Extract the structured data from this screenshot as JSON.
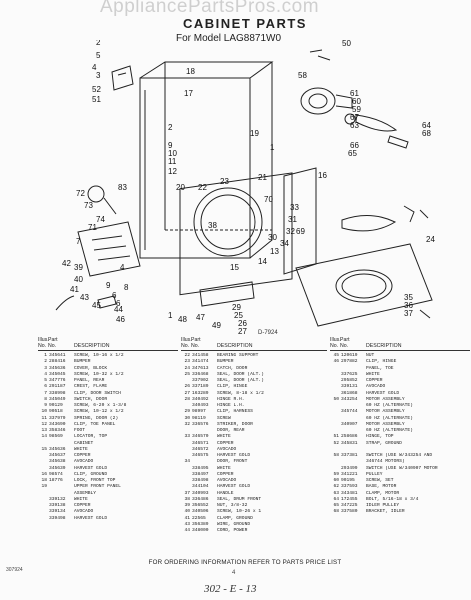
{
  "watermark": "AppliancePartsPros.com",
  "header": {
    "title": "CABINET PARTS",
    "model": "For Model LAG8871W0"
  },
  "figure_number": "D-7924",
  "callouts": [
    {
      "label": "2"
    },
    {
      "label": "5"
    },
    {
      "label": "4"
    },
    {
      "label": "3"
    },
    {
      "label": "52"
    },
    {
      "label": "51"
    },
    {
      "label": "18"
    },
    {
      "label": "17"
    },
    {
      "label": "2"
    },
    {
      "label": "19"
    },
    {
      "label": "9"
    },
    {
      "label": "10"
    },
    {
      "label": "11"
    },
    {
      "label": "12"
    },
    {
      "label": "20"
    },
    {
      "label": "1"
    },
    {
      "label": "62"
    },
    {
      "label": "50"
    },
    {
      "label": "7"
    },
    {
      "label": "58"
    },
    {
      "label": "61"
    },
    {
      "label": "60"
    },
    {
      "label": "59"
    },
    {
      "label": "67"
    },
    {
      "label": "63"
    },
    {
      "label": "64"
    },
    {
      "label": "68"
    },
    {
      "label": "66"
    },
    {
      "label": "65"
    },
    {
      "label": "22"
    },
    {
      "label": "23"
    },
    {
      "label": "38"
    },
    {
      "label": "21"
    },
    {
      "label": "33"
    },
    {
      "label": "31"
    },
    {
      "label": "32"
    },
    {
      "label": "34"
    },
    {
      "label": "70"
    },
    {
      "label": "30"
    },
    {
      "label": "13"
    },
    {
      "label": "14"
    },
    {
      "label": "15"
    },
    {
      "label": "16"
    },
    {
      "label": "24"
    },
    {
      "label": "69"
    },
    {
      "label": "29"
    },
    {
      "label": "25"
    },
    {
      "label": "26"
    },
    {
      "label": "27"
    },
    {
      "label": "35"
    },
    {
      "label": "36"
    },
    {
      "label": "37"
    },
    {
      "label": "72"
    },
    {
      "label": "73"
    },
    {
      "label": "71"
    },
    {
      "label": "83"
    },
    {
      "label": "74"
    },
    {
      "label": "7"
    },
    {
      "label": "39"
    },
    {
      "label": "40"
    },
    {
      "label": "41"
    },
    {
      "label": "42"
    },
    {
      "label": "43"
    },
    {
      "label": "44"
    },
    {
      "label": "45"
    },
    {
      "label": "46"
    },
    {
      "label": "1"
    },
    {
      "label": "48"
    },
    {
      "label": "47"
    },
    {
      "label": "49"
    },
    {
      "label": "9"
    },
    {
      "label": "6"
    },
    {
      "label": "8"
    },
    {
      "label": "6"
    },
    {
      "label": "4"
    }
  ],
  "table_header": {
    "illus": "Illus.",
    "no": "No.",
    "part": "Part",
    "part_no": "No.",
    "description": "DESCRIPTION"
  },
  "columns": [
    [
      {
        "n": "1",
        "p": "345641",
        "d": "SCREW, 10-16 x 1/2"
      },
      {
        "n": "2",
        "p": "288416",
        "d": "BUMPER"
      },
      {
        "n": "3",
        "p": "345636",
        "d": "COVER, BLOCK"
      },
      {
        "n": "4",
        "p": "345045",
        "d": "SCREW, 10-32 x 1/2"
      },
      {
        "n": "5",
        "p": "347776",
        "d": "PANEL, REAR"
      },
      {
        "n": "6",
        "p": "291187",
        "d": "CREST, FLAME"
      },
      {
        "n": "7",
        "p": "338998",
        "d": "CLIP, DOOR SWITCH"
      },
      {
        "n": "8",
        "p": "345049",
        "d": "SWITCH, DOOR"
      },
      {
        "n": "9",
        "p": "90129",
        "d": "SCREW, 6-20 x 1-3/8"
      },
      {
        "n": "10",
        "p": "90518",
        "d": "SCREW, 10-12 x 1/2"
      },
      {
        "n": "11",
        "p": "337979",
        "d": "SPRING, DOOR (2)"
      },
      {
        "n": "12",
        "p": "343690",
        "d": "CLIP, TOE PANEL"
      },
      {
        "n": "13",
        "p": "358346",
        "d": "FOOT"
      },
      {
        "n": "14",
        "p": "98569",
        "d": "LOCATOR, TOP"
      },
      {
        "n": "",
        "p": "",
        "d": "CABINET"
      },
      {
        "n": "15",
        "p": "345636",
        "d": "WHITE"
      },
      {
        "n": "",
        "p": "345637",
        "d": "COPPER"
      },
      {
        "n": "",
        "p": "345638",
        "d": "AVOCADO"
      },
      {
        "n": "",
        "p": "345639",
        "d": "HARVEST GOLD"
      },
      {
        "n": "16",
        "p": "98574",
        "d": "CLIP, GROUND"
      },
      {
        "n": "18",
        "p": "18776",
        "d": "LOCK, FRONT TOP"
      },
      {
        "n": "19",
        "p": "",
        "d": "UPPER FRONT PANEL"
      },
      {
        "n": "",
        "p": "",
        "d": "ASSEMBLY"
      },
      {
        "n": "",
        "p": "339132",
        "d": "WHITE"
      },
      {
        "n": "",
        "p": "339138",
        "d": "COPPER"
      },
      {
        "n": "",
        "p": "339134",
        "d": "AVOCADO"
      },
      {
        "n": "",
        "p": "339498",
        "d": "HARVEST GOLD"
      }
    ],
    [
      {
        "n": "22",
        "p": "341458",
        "d": "BEARING SUPPORT"
      },
      {
        "n": "23",
        "p": "341474",
        "d": "BUMPER"
      },
      {
        "n": "24",
        "p": "347613",
        "d": "CATCH, DOOR"
      },
      {
        "n": "25",
        "p": "336468",
        "d": "SEAL, DOOR (ALT.)"
      },
      {
        "n": "",
        "p": "337902",
        "d": "SEAL, DOOR (ALT.)"
      },
      {
        "n": "26",
        "p": "337189",
        "d": "CLIP, HINGE"
      },
      {
        "n": "27",
        "p": "163289",
        "d": "SCREW, 8-18 x 1/2"
      },
      {
        "n": "28",
        "p": "340492",
        "d": "HINGE R.H."
      },
      {
        "n": "",
        "p": "340493",
        "d": "HINGE L.H."
      },
      {
        "n": "29",
        "p": "98997",
        "d": "CLIP, HARNESS"
      },
      {
        "n": "30",
        "p": "98119",
        "d": "SCREW"
      },
      {
        "n": "32",
        "p": "336576",
        "d": "STRIKER, DOOR"
      },
      {
        "n": "",
        "p": "",
        "d": "DOOR, REAR"
      },
      {
        "n": "33",
        "p": "346570",
        "d": "WHITE"
      },
      {
        "n": "",
        "p": "346571",
        "d": "COPPER"
      },
      {
        "n": "",
        "p": "346572",
        "d": "AVOCADO"
      },
      {
        "n": "",
        "p": "346575",
        "d": "HARVEST GOLD"
      },
      {
        "n": "34",
        "p": "",
        "d": "DOOR, FRONT"
      },
      {
        "n": "",
        "p": "338495",
        "d": "WHITE"
      },
      {
        "n": "",
        "p": "338497",
        "d": "COPPER"
      },
      {
        "n": "",
        "p": "338498",
        "d": "AVOCADO"
      },
      {
        "n": "",
        "p": "344104",
        "d": "HARVEST GOLD"
      },
      {
        "n": "37",
        "p": "340993",
        "d": "HANDLE"
      },
      {
        "n": "38",
        "p": "336486",
        "d": "SEAL, DRUM FRONT"
      },
      {
        "n": "39",
        "p": "356552",
        "d": "NUT, 3/8-32"
      },
      {
        "n": "40",
        "p": "340506",
        "d": "SCREW, 10-26 x 1"
      },
      {
        "n": "41",
        "p": "22565",
        "d": "CLAMP, GROUND"
      },
      {
        "n": "43",
        "p": "356389",
        "d": "WIRE, GROUND"
      },
      {
        "n": "44",
        "p": "348000",
        "d": "CORD, POWER"
      }
    ],
    [
      {
        "n": "45",
        "p": "120619",
        "d": "NUT"
      },
      {
        "n": "46",
        "p": "297882",
        "d": "CLIP, HINGE"
      },
      {
        "n": "",
        "p": "",
        "d": "PANEL, TOE"
      },
      {
        "n": "",
        "p": "337625",
        "d": "WHITE"
      },
      {
        "n": "",
        "p": "295852",
        "d": "COPPER"
      },
      {
        "n": "",
        "p": "339131",
        "d": "AVOCADO"
      },
      {
        "n": "",
        "p": "361868",
        "d": "HARVEST GOLD"
      },
      {
        "n": "50",
        "p": "343254",
        "d": "MOTOR ASSEMBLY"
      },
      {
        "n": "",
        "p": "",
        "d": "60 HZ (ALTERNATE)"
      },
      {
        "n": "",
        "p": "345744",
        "d": "MOTOR ASSEMBLY"
      },
      {
        "n": "",
        "p": "",
        "d": "60 HZ (ALTERNATE)"
      },
      {
        "n": "",
        "p": "340907",
        "d": "MOTOR ASSEMBLY"
      },
      {
        "n": "",
        "p": "",
        "d": "60 HZ (ALTERNATE)"
      },
      {
        "n": "51",
        "p": "258686",
        "d": "HINGE, TOP"
      },
      {
        "n": "52",
        "p": "345831",
        "d": "STRAP, GROUND"
      },
      {
        "n": "",
        "p": "",
        "d": ""
      },
      {
        "n": "58",
        "p": "337381",
        "d": "SWITCH (USE W/343254 AND"
      },
      {
        "n": "",
        "p": "",
        "d": "346744 MOTORS)"
      },
      {
        "n": "",
        "p": "293499",
        "d": "SWITCH (USE W/340907 MOTOR"
      },
      {
        "n": "59",
        "p": "341221",
        "d": "PULLEY"
      },
      {
        "n": "60",
        "p": "90195",
        "d": "SCREW, SET"
      },
      {
        "n": "62",
        "p": "337593",
        "d": "BASE, MOTOR"
      },
      {
        "n": "63",
        "p": "343481",
        "d": "CLAMP, MOTOR"
      },
      {
        "n": "64",
        "p": "172455",
        "d": "BOLT, 5/16-18 x 3/4"
      },
      {
        "n": "65",
        "p": "347225",
        "d": "IDLER PULLEY"
      },
      {
        "n": "68",
        "p": "337580",
        "d": "BRACKET, IDLER"
      }
    ]
  ],
  "footer": "FOR ORDERING INFORMATION REFER TO PARTS PRICE LIST",
  "doc_id": "307924",
  "page_number": "4",
  "hand_note": "302 - E - 13"
}
